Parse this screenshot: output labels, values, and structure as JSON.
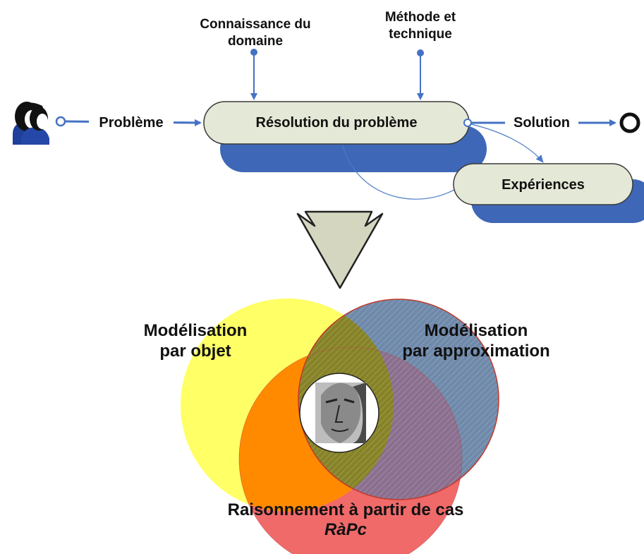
{
  "inputs": {
    "domain_knowledge_line1": "Connaissance du",
    "domain_knowledge_line2": "domaine",
    "method_line1": "Méthode et",
    "method_line2": "technique"
  },
  "flow": {
    "problem": "Problème",
    "resolution": "Résolution du problème",
    "solution": "Solution",
    "experiences": "Expériences"
  },
  "venn": {
    "object_modeling_line1": "Modélisation",
    "object_modeling_line2": "par objet",
    "approx_modeling_line1": "Modélisation",
    "approx_modeling_line2": "par approximation",
    "cbr_line1": "Raisonnement à partir de cas",
    "cbr_line2": "RàPc"
  },
  "colors": {
    "flow_blue": "#4472c4",
    "shadow_blue": "#3e67b8",
    "box_fill": "#e4e8d6",
    "yellow": "#ffff66",
    "red": "#f06a6a",
    "orange": "#ff8a00",
    "hatched_blue": "#6b85a5",
    "olive": "#88842c"
  }
}
